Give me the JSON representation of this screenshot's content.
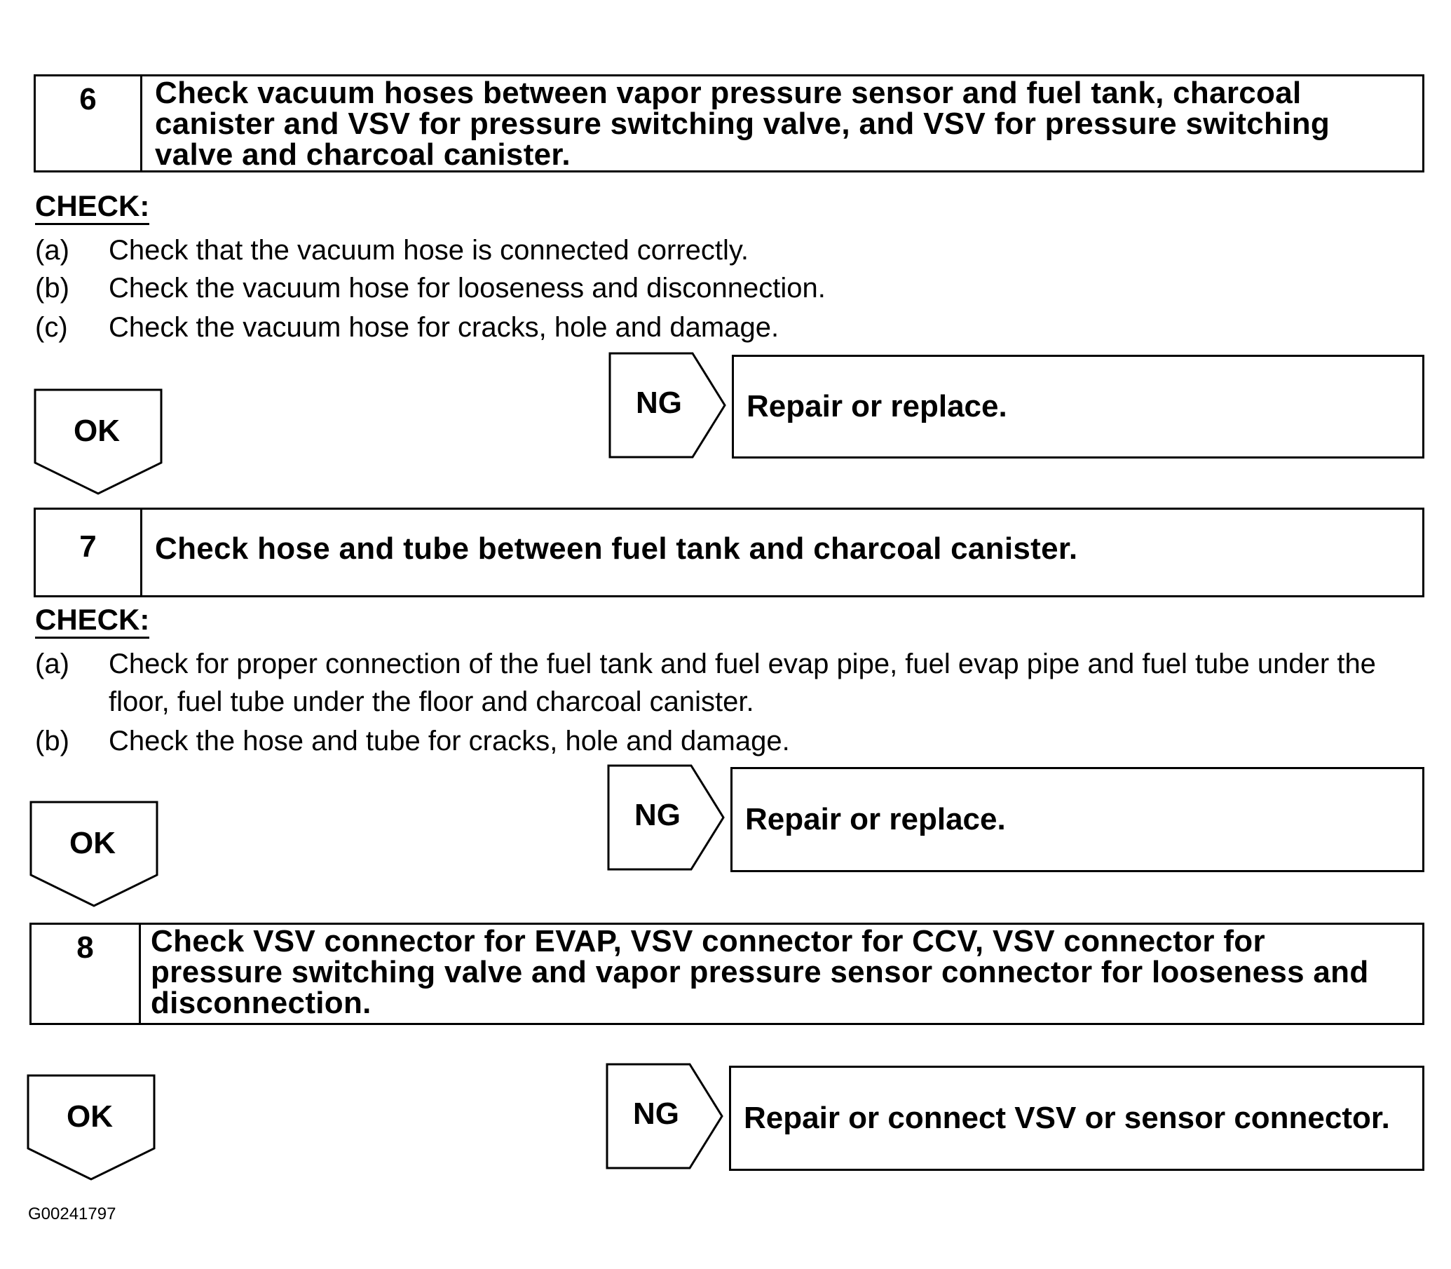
{
  "steps": [
    {
      "number": "6",
      "title": "Check vacuum hoses between vapor pressure sensor and fuel tank, charcoal canister and VSV for pressure switching valve, and VSV for pressure switching valve and charcoal canister.",
      "check_label": "CHECK:",
      "items": [
        {
          "label": "(a)",
          "text": "Check that the vacuum hose is connected correctly."
        },
        {
          "label": "(b)",
          "text": "Check the vacuum hose for looseness and disconnection."
        },
        {
          "label": "(c)",
          "text": "Check the vacuum hose for cracks, hole and damage."
        }
      ],
      "ok_label": "OK",
      "ng_label": "NG",
      "ng_result": "Repair or replace."
    },
    {
      "number": "7",
      "title": "Check hose and tube between fuel tank and charcoal canister.",
      "check_label": "CHECK:",
      "items": [
        {
          "label": "(a)",
          "text": "Check for proper connection of the fuel tank and fuel evap pipe, fuel evap pipe and fuel tube under the floor, fuel tube under the floor and charcoal canister."
        },
        {
          "label": "(b)",
          "text": "Check the hose and tube for cracks, hole and damage."
        }
      ],
      "ok_label": "OK",
      "ng_label": "NG",
      "ng_result": "Repair or replace."
    },
    {
      "number": "8",
      "title": "Check VSV connector for EVAP, VSV connector for CCV, VSV connector for pressure switching valve and vapor pressure sensor connector for looseness and disconnection.",
      "ok_label": "OK",
      "ng_label": "NG",
      "ng_result": "Repair or connect VSV or sensor connector."
    }
  ],
  "figure_id": "G00241797"
}
